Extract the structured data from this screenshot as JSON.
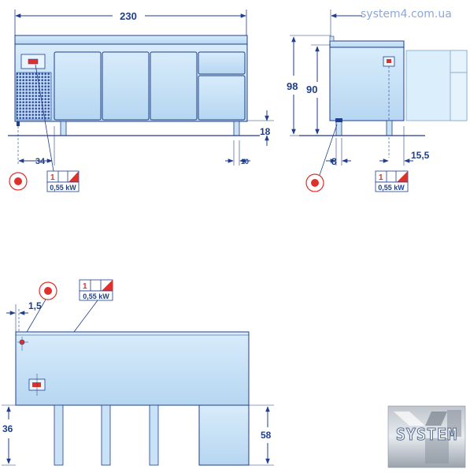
{
  "watermark": "system4.com.ua",
  "front_view": {
    "width_label": "230",
    "left_offset_label": "34",
    "foot_height_label": "18",
    "right_gap_label": "10",
    "power": {
      "phase": "1",
      "kw": "0,55 kW"
    }
  },
  "side_view": {
    "total_height_label": "98",
    "body_height_label": "90",
    "left_offset_label": "8",
    "right_offset_label": "15,5",
    "power": {
      "phase": "1",
      "kw": "0,55 kW"
    }
  },
  "bottom_view": {
    "offset_label": "1,5",
    "leg_height_label": "36",
    "block_height_label": "58",
    "power": {
      "phase": "1",
      "kw": "0,55 kW"
    }
  },
  "logo": {
    "text": "SYSTEM"
  },
  "colors": {
    "body_fill": "#c9e2f7",
    "line": "#1f3f8a",
    "accent_red": "#e0302a"
  }
}
